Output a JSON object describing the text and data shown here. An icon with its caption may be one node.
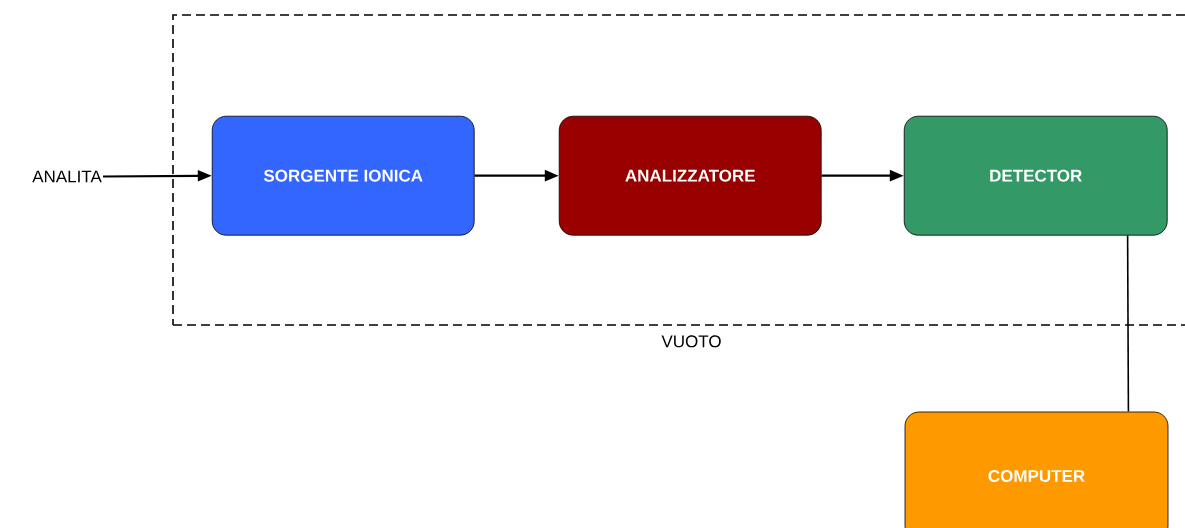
{
  "diagram": {
    "nodes": [
      {
        "text": [
          "VUOTO"
        ]
      },
      {
        "text": [
          "SORGENTE IONICA"
        ],
        "in": 0
      },
      {
        "text": [
          "ANALIZZATORE"
        ],
        "in": 0
      },
      {
        "text": [
          "DETECTOR"
        ],
        "in": 0
      },
      {
        "text": [
          "COMPUTER"
        ]
      },
      {
        "text": [
          "ANALITA"
        ]
      }
    ],
    "edges": [
      {
        "from": 5,
        "to": 1,
        "arrow": "to"
      },
      {
        "from": 1,
        "to": 2,
        "arrow": "to"
      },
      {
        "from": 2,
        "to": 3,
        "arrow": "to"
      },
      {
        "from": 3,
        "to": 4,
        "arrow": "none"
      }
    ]
  }
}
